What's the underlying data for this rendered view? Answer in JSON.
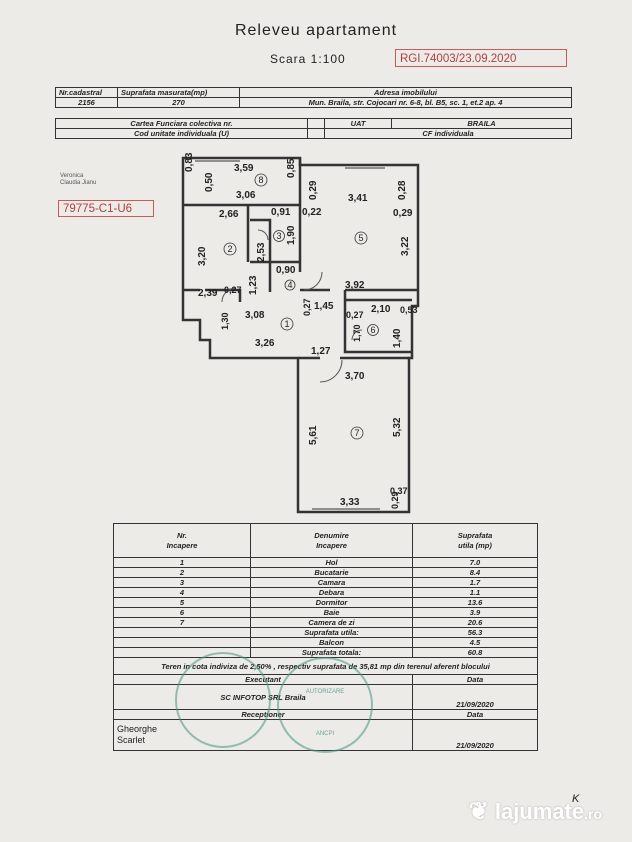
{
  "header": {
    "title": "Releveu apartament",
    "scale": "Scara 1:100",
    "registration": "RGI.74003/23.09.2020"
  },
  "info_table": {
    "headers": [
      "Nr.cadastral",
      "Suprafata masurata(mp)",
      "Adresa imobilului"
    ],
    "cadastral": "2156",
    "area": "270",
    "address": "Mun. Braila, str. Cojocari nr. 6-8, bl. B5, sc. 1, et.2 ap. 4",
    "land_book_label": "Cartea Funciara colectiva nr.",
    "uat_label": "UAT",
    "uat_value": "BRAILA",
    "unit_code_label": "Cod unitate individuala (U)",
    "cf_label": "CF individuala"
  },
  "plan_code": "79775-C1-U6",
  "signature_left": {
    "line1": "Veronica",
    "line2": "Claudia Jianu"
  },
  "plan_labels": {
    "d1": "0,83",
    "d2": "3,59",
    "d3": "0,85",
    "d4": "0,50",
    "d5": "3,06",
    "d6": "0,29",
    "d7": "3,41",
    "d8": "0,28",
    "d9": "2,66",
    "d10": "0,91",
    "d11": "0,22",
    "d12": "0,29",
    "d13": "3,20",
    "d14": "1,90",
    "d15": "3,22",
    "d16": "2,53",
    "d17": "0,90",
    "d18": "3,92",
    "d19": "2,39",
    "d20": "0,27",
    "d21": "1,23",
    "d22": "1,45",
    "d23": "0,27",
    "d24": "2,10",
    "d25": "0,53",
    "d26": "3,08",
    "d27": "1,30",
    "d28": "0,27",
    "d29": "1,70",
    "d30": "1,40",
    "d31": "3,26",
    "d32": "1,27",
    "d33": "3,70",
    "d34": "5,61",
    "d35": "5,32",
    "d36": "3,33",
    "d37": "0,37",
    "d38": "0,29",
    "r1": "1",
    "r2": "2",
    "r3": "3",
    "r4": "4",
    "r5": "5",
    "r6": "6",
    "r7": "7",
    "r8": "8"
  },
  "rooms_table": {
    "h1a": "Nr.",
    "h1b": "Incapere",
    "h2a": "Denumire",
    "h2b": "Incapere",
    "h3a": "Suprafata",
    "h3b": "utila (mp)",
    "rows": [
      {
        "nr": "1",
        "name": "Hol",
        "area": "7.0"
      },
      {
        "nr": "2",
        "name": "Bucatarie",
        "area": "8.4"
      },
      {
        "nr": "3",
        "name": "Camara",
        "area": "1.7"
      },
      {
        "nr": "4",
        "name": "Debara",
        "area": "1.1"
      },
      {
        "nr": "5",
        "name": "Dormitor",
        "area": "13.6"
      },
      {
        "nr": "6",
        "name": "Baie",
        "area": "3.9"
      },
      {
        "nr": "7",
        "name": "Camera de zi",
        "area": "20.6"
      }
    ],
    "useful_label": "Suprafata utila:",
    "useful_value": "56.3",
    "balcony_label": "Balcon",
    "balcony_value": "4.5",
    "total_label": "Suprafata totala:",
    "total_value": "60.8",
    "land_note": "Teren in cota indiviza de 2,50% , respectiv suprafata de 35,81 mp din terenul aferent blocului",
    "executant_label": "Executant",
    "date_label": "Data",
    "company": "SC INFOTOP SRL Braila",
    "exec_date": "21/09/2020",
    "receptioner_label": "Receptioner",
    "date_label2": "Data",
    "receptioner_name1": "Gheorghe",
    "receptioner_name2": "Scarlet",
    "rec_date": "21/09/2020"
  },
  "stamp_text": {
    "s1": "AUTORIZARE",
    "s2": "ANCPI"
  },
  "watermark": {
    "brand": "lajumate",
    "tld": ".ro"
  },
  "corner_mark": "K"
}
